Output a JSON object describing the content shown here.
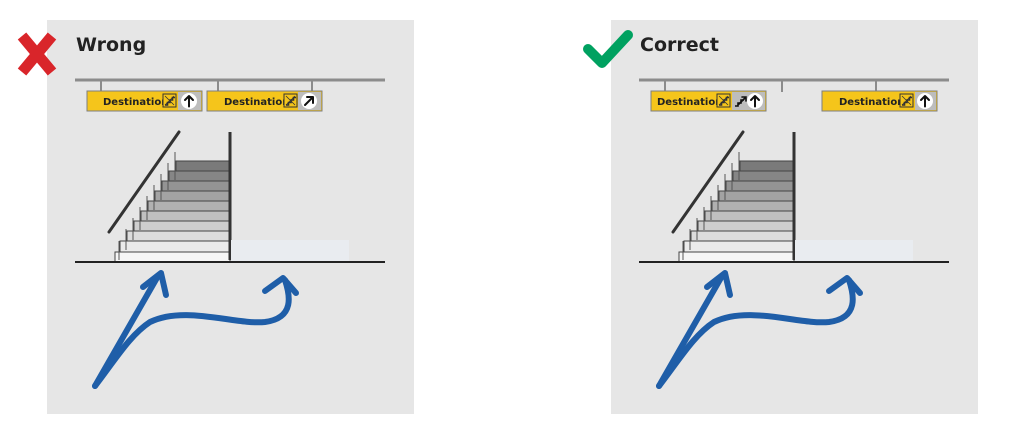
{
  "panels": {
    "wrong": {
      "title": "Wrong",
      "status_color": "#d9252a",
      "status_icon": "cross-icon",
      "signs": [
        {
          "text": "Destination",
          "symbol": "stairs-symbol-icon",
          "arrows": [
            "arrow-up-icon"
          ]
        },
        {
          "text": "Destination",
          "symbol": "stairs-symbol-icon",
          "arrows": [
            "arrow-up-right-icon"
          ]
        }
      ]
    },
    "correct": {
      "title": "Correct",
      "status_color": "#00a160",
      "status_icon": "checkmark-icon",
      "signs": [
        {
          "text": "Destination",
          "symbol": "stairs-symbol-icon",
          "arrows": [
            "stairs-up-right-icon",
            "arrow-up-icon"
          ]
        },
        {
          "text": "Destination",
          "symbol": "stairs-symbol-icon",
          "arrows": [
            "arrow-up-icon"
          ]
        }
      ]
    }
  },
  "colors": {
    "panel_bg": "#e6e6e6",
    "sign_yellow": "#f5c51b",
    "route_blue": "#1f5ea8"
  }
}
